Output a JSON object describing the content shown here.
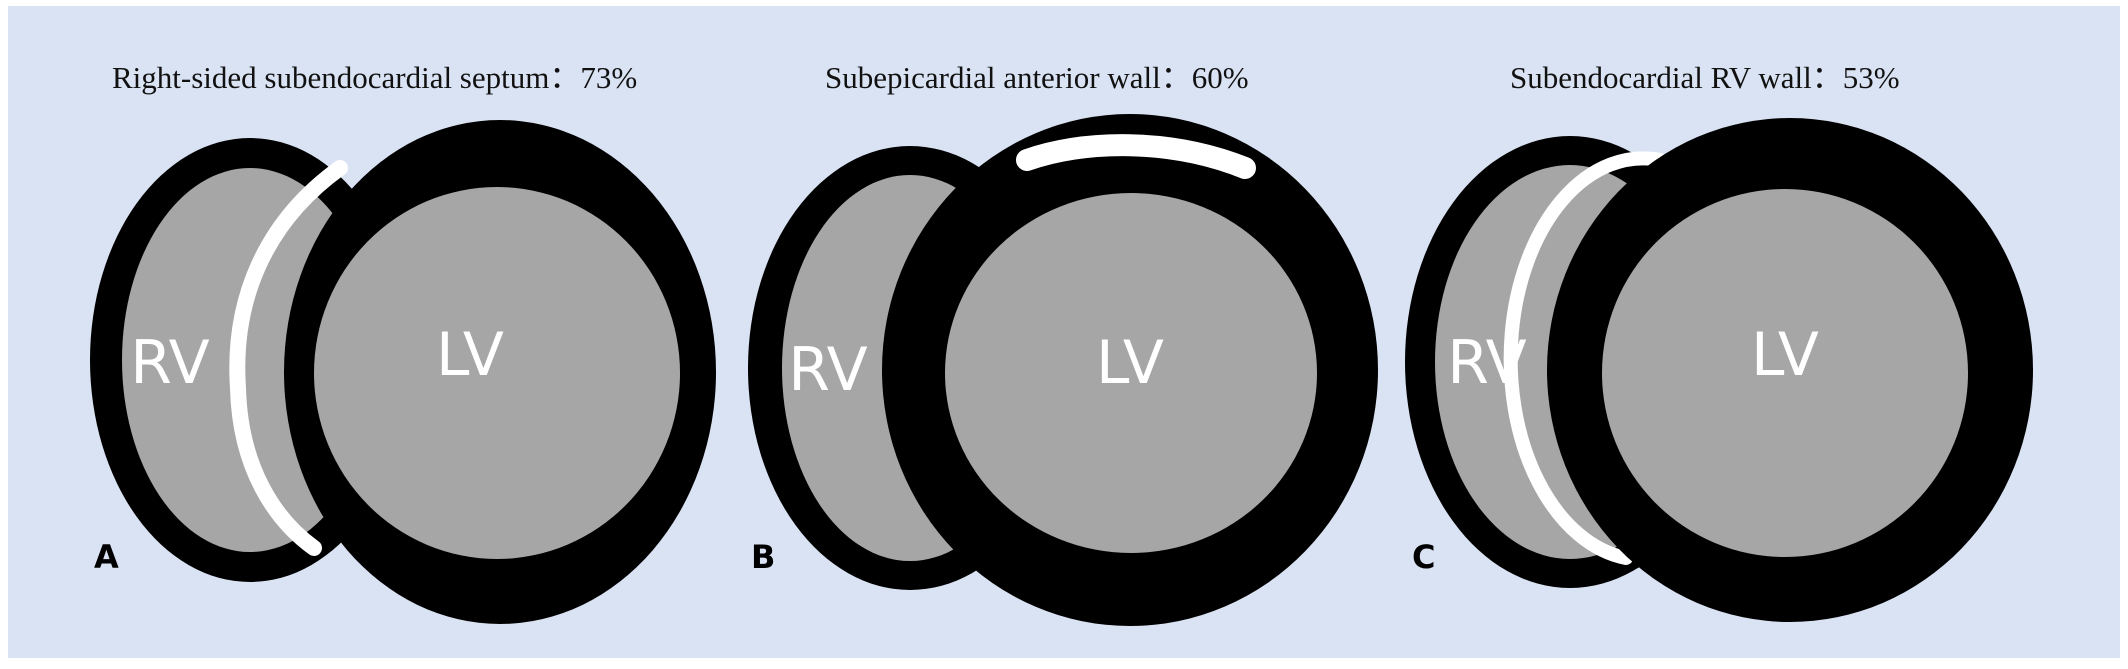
{
  "colors": {
    "background": "#dae3f3",
    "frame": "#ffffff",
    "myocardium": "#000000",
    "cavity": "#a6a6a6",
    "lesion": "#ffffff",
    "label": "#ffffff"
  },
  "panels": [
    {
      "letter": "A",
      "caption": "Right-sided subendocardial septum：73%",
      "rv_label": "RV",
      "lv_label": "LV"
    },
    {
      "letter": "B",
      "caption": "Subepicardial anterior wall：60%",
      "rv_label": "RV",
      "lv_label": "LV"
    },
    {
      "letter": "C",
      "caption": "Subendocardial RV wall：53%",
      "rv_label": "RV",
      "lv_label": "LV"
    }
  ]
}
